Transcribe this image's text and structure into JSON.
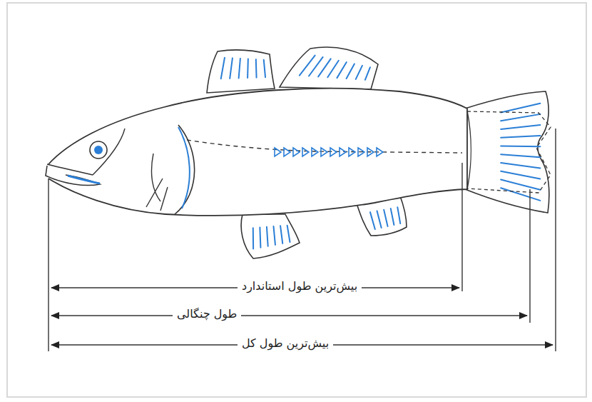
{
  "diagram": {
    "labels": [
      "بیش‌ترین طول استاندارد",
      "طول چنگالی",
      "بیش‌ترین طول کل"
    ]
  }
}
